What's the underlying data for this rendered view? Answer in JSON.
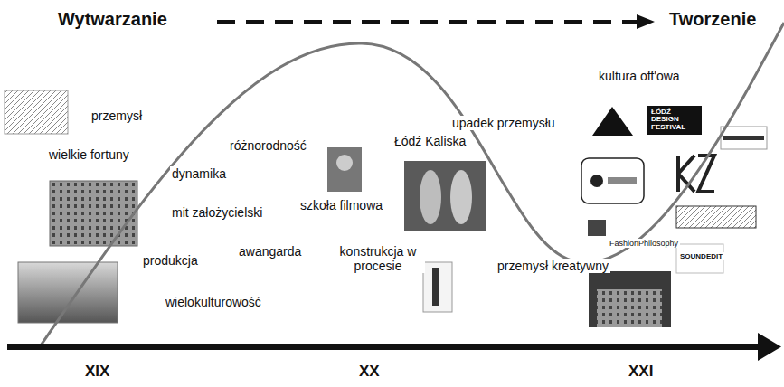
{
  "diagram": {
    "nodes": [
      {
        "text": [
          "ŁÓDŹ DESIGN FESTIVAL"
        ]
      }
    ],
    "labels": [
      "Wytwarzanie",
      "Tworzenie",
      "przemysł",
      "wielkie fortuny",
      "różnorodność",
      "dynamika",
      "mit założycielski",
      "szkoła filmowa",
      "Łódź Kaliska",
      "upadek przemysłu",
      "awangarda",
      "produkcja",
      "konstrukcja w procesie",
      "przemysł kreatywny",
      "wielokulturowość",
      "kultura off'owa",
      "FashionPhilosophy",
      "SOUNDEDIT",
      "XIX",
      "XX",
      "XXI"
    ]
  }
}
